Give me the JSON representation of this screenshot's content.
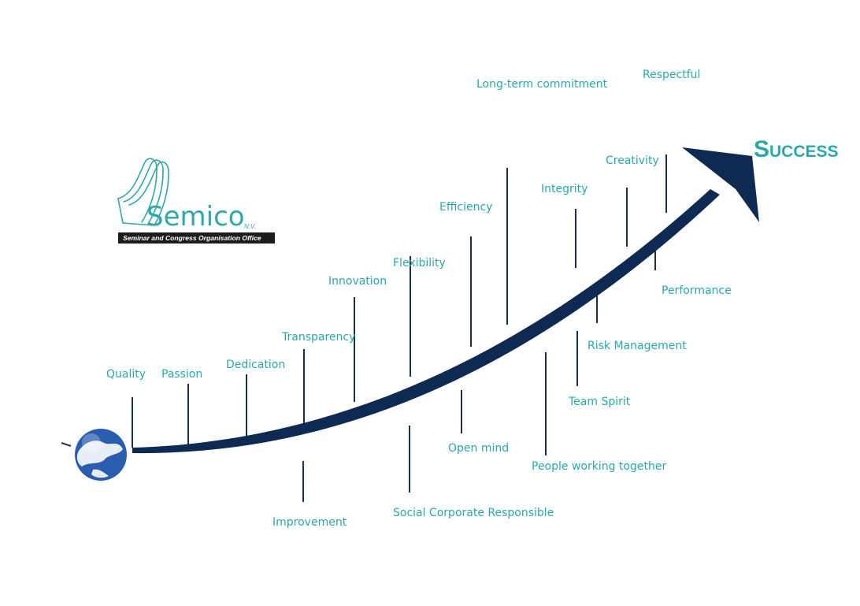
{
  "colors": {
    "label": "#2aa8a8",
    "arrow": "#0f2a52",
    "tick": "#1b2f4c",
    "logo_teal": "#2fa9a6",
    "logo_band": "#1c1c1c",
    "globe_ocean": "#2a5db0",
    "globe_land": "#e8eef6"
  },
  "logo": {
    "word": "Semico",
    "suffix": "N.V.",
    "tagline": "Seminar and Congress Organisation Office"
  },
  "goal": "Success",
  "values": [
    "Quality",
    "Passion",
    "Dedication",
    "Transparency",
    "Improvement",
    "Innovation",
    "Flexibility",
    "Social Corporate Responsible",
    "Efficiency",
    "Open mind",
    "Long-term commitment",
    "People working together",
    "Integrity",
    "Team Spirit",
    "Risk Management",
    "Creativity",
    "Performance",
    "Respectful"
  ]
}
